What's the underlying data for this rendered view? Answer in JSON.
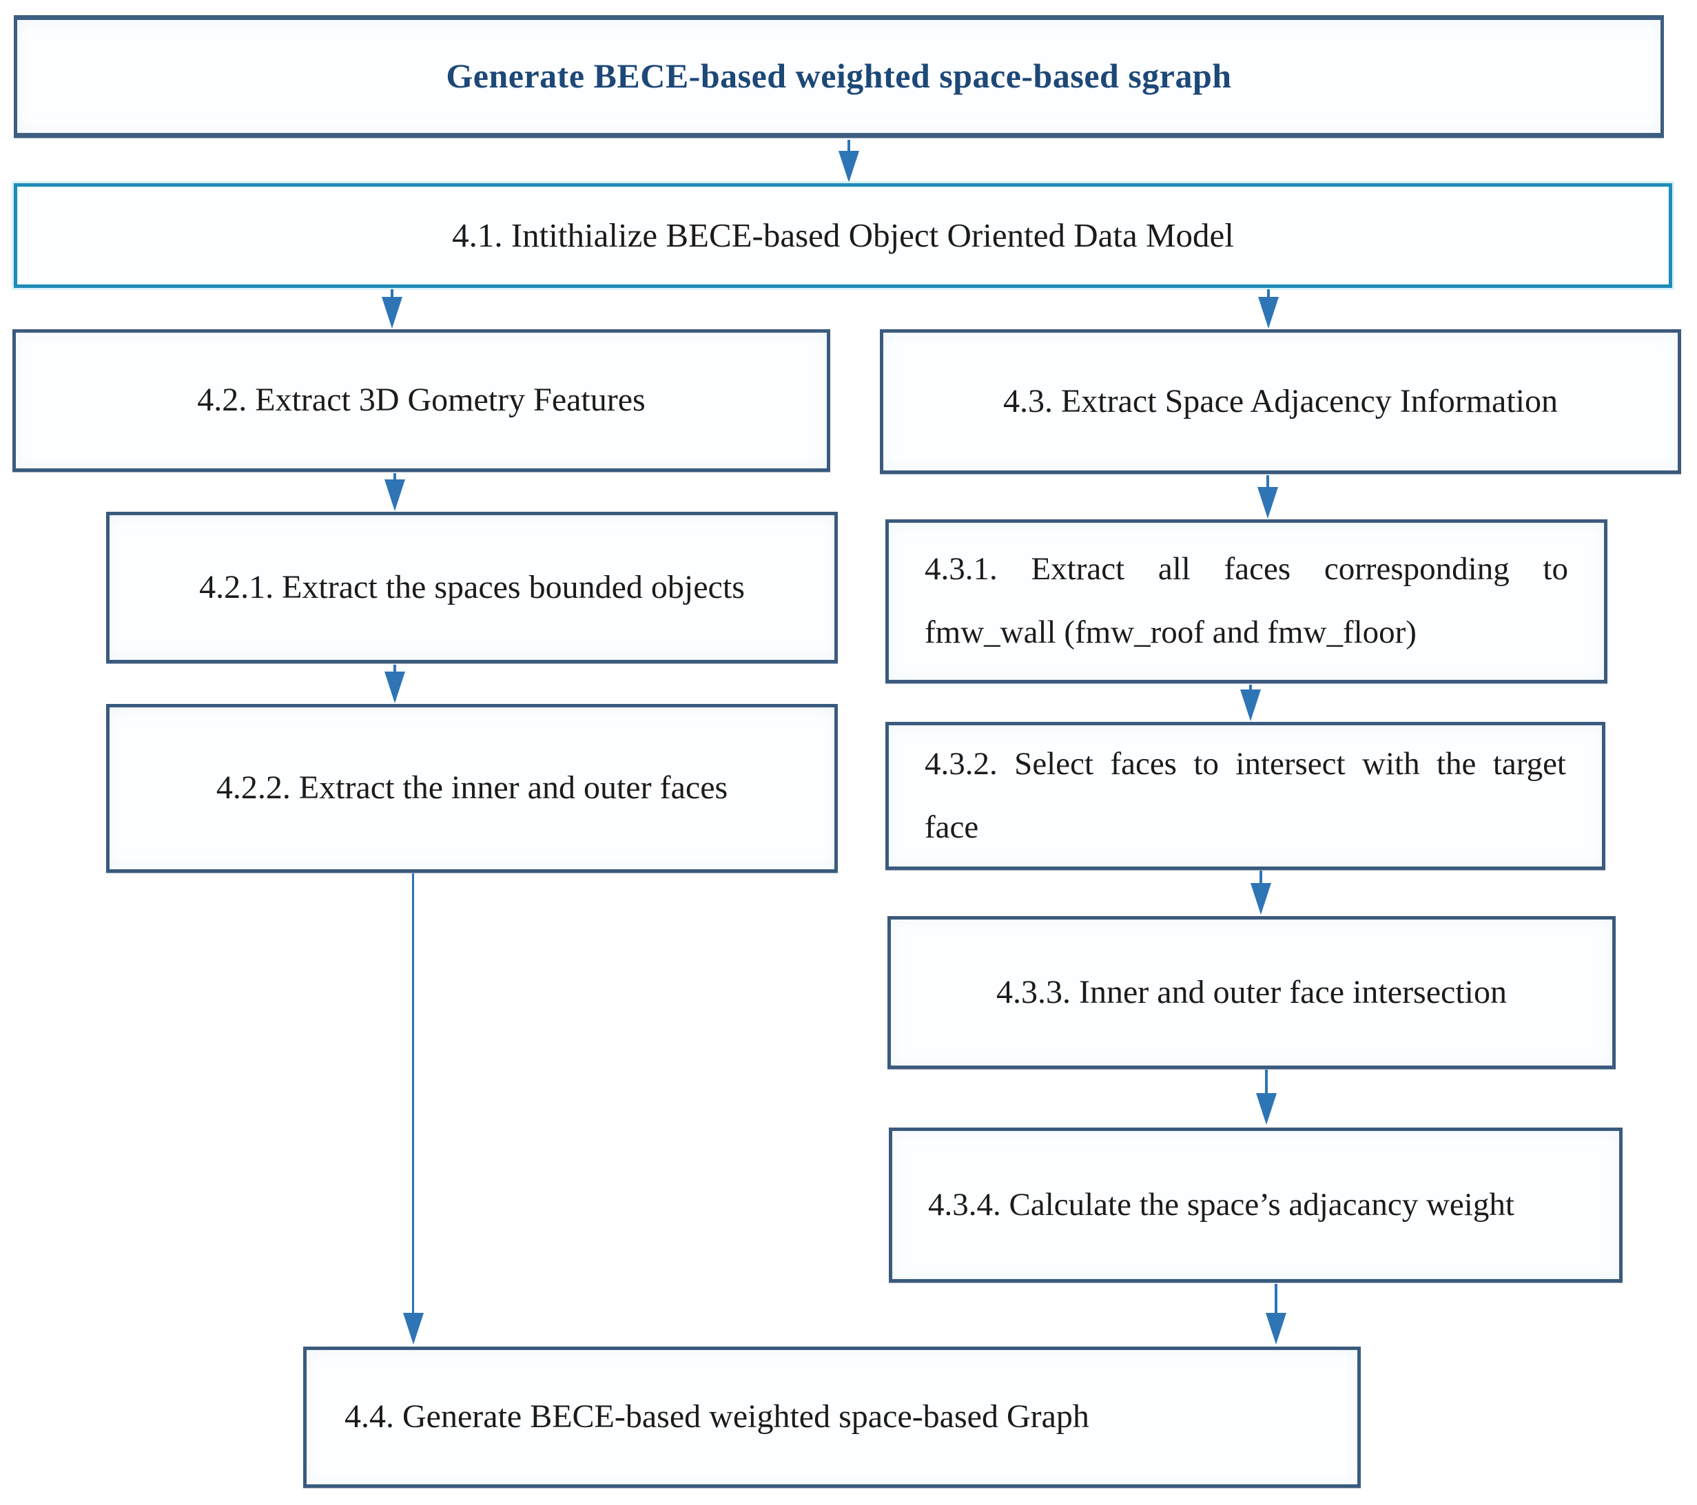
{
  "flowchart": {
    "title": {
      "label": "Generate BECE-based weighted space-based sgraph"
    },
    "nodes": [
      {
        "id": "4.1",
        "label": "4.1. Intithialize BECE-based Object Oriented Data Model"
      },
      {
        "id": "4.2",
        "label": "4.2. Extract 3D Gometry Features"
      },
      {
        "id": "4.3",
        "label": "4.3. Extract Space Adjacency Information"
      },
      {
        "id": "4.2.1",
        "label": "4.2.1. Extract the spaces bounded objects"
      },
      {
        "id": "4.3.1",
        "label": "4.3.1. Extract all faces corresponding to fmw_wall (fmw_roof and fmw_floor)"
      },
      {
        "id": "4.2.2",
        "label": "4.2.2. Extract the inner and outer faces"
      },
      {
        "id": "4.3.2",
        "label": "4.3.2. Select faces to intersect with the target face"
      },
      {
        "id": "4.3.3",
        "label": "4.3.3. Inner and outer face intersection"
      },
      {
        "id": "4.3.4",
        "label": "4.3.4. Calculate the space’s adjacancy weight"
      },
      {
        "id": "4.4",
        "label": "4.4. Generate BECE-based weighted space-based Graph"
      }
    ],
    "colors": {
      "box_border": "#3b5a7d",
      "accent_border": "#1e8cb8",
      "arrow": "#2e75b6",
      "title_text": "#1d4877",
      "body_text": "#1b1b1b"
    }
  }
}
